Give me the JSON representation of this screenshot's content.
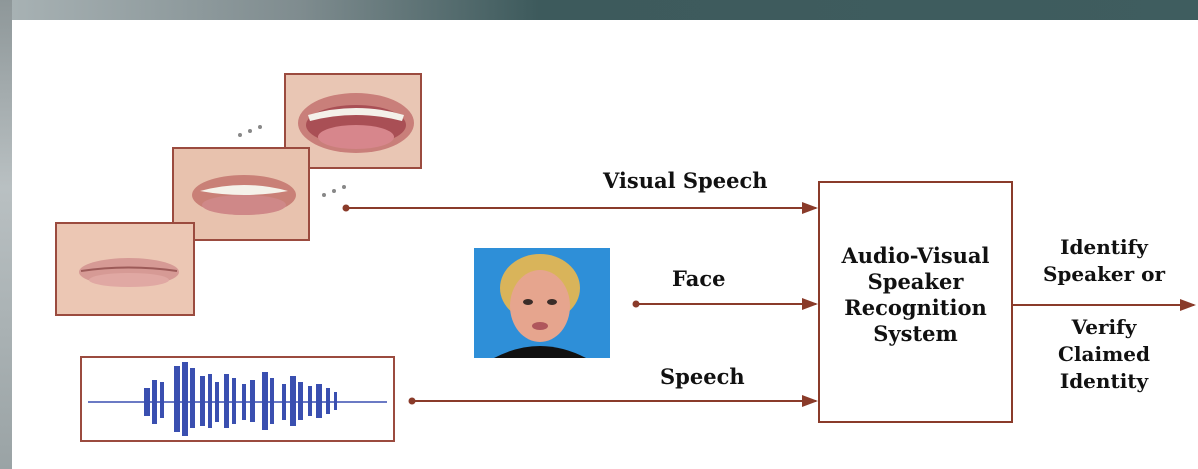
{
  "diagram": {
    "inputs": {
      "visual_speech": "Visual Speech",
      "face": "Face",
      "speech": "Speech"
    },
    "system": {
      "line1": "Audio-Visual",
      "line2": "Speaker",
      "line3": "Recognition",
      "line4": "System"
    },
    "output": {
      "identify_line1": "Identify",
      "identify_line2": "Speaker or",
      "verify_line1": "Verify",
      "verify_line2": "Claimed",
      "verify_line3": "Identity"
    }
  },
  "colors": {
    "arrow": "#8a3b2a",
    "frame_dark": "#3f5d5f",
    "waveform": "#3a4fb0",
    "face_background": "#2e8fd8"
  }
}
